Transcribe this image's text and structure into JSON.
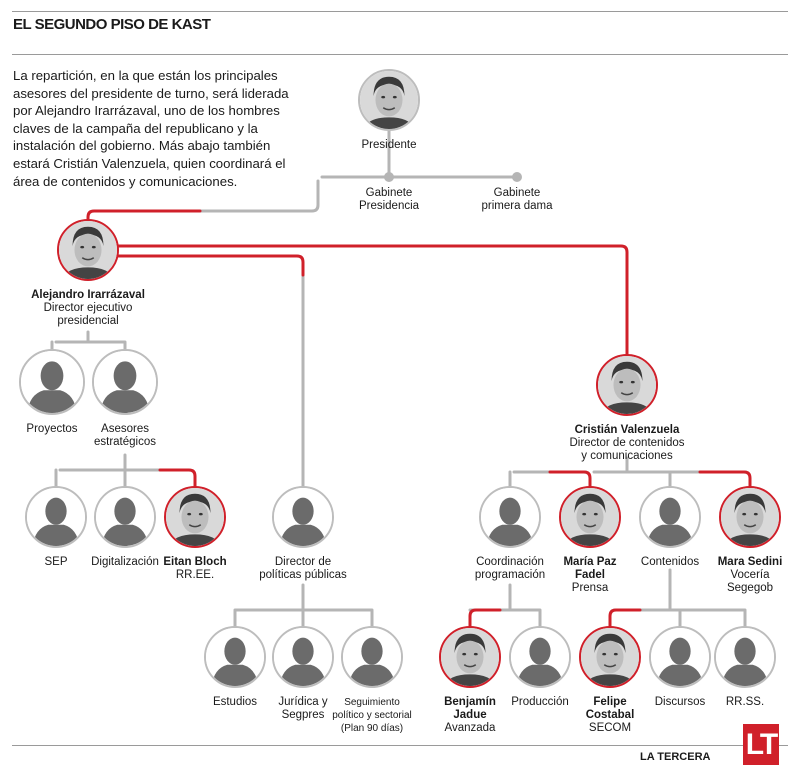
{
  "title": "EL SEGUNDO PISO DE KAST",
  "intro": "La repartición, en la que están los principales asesores del presidente de turno, será liderada por Alejandro Irarrázaval, uno de los hombres claves de la campaña del republicano y la instalación del gobierno. Más abajo también estará Cristián Valenzuela, quien coordinará el área de contenidos y comunicaciones.",
  "brand": "LA TERCERA",
  "logo": "LT",
  "colors": {
    "accent": "#d0202a",
    "line": "#b5b5b5",
    "silhouette": "#6b6b6b"
  },
  "nodes": [
    {
      "id": "presidente",
      "name": "",
      "role": [
        "Presidente"
      ],
      "photo": true
    },
    {
      "id": "alejandro",
      "name": "Alejandro Irarrázaval",
      "role": [
        "Director ejecutivo",
        "presidencial"
      ],
      "photo": true
    },
    {
      "id": "proyectos",
      "name": "",
      "role": [
        "Proyectos"
      ],
      "photo": false
    },
    {
      "id": "asesores",
      "name": "",
      "role": [
        "Asesores",
        "estratégicos"
      ],
      "photo": false
    },
    {
      "id": "sep",
      "name": "",
      "role": [
        "SEP"
      ],
      "photo": false
    },
    {
      "id": "digitalizacion",
      "name": "",
      "role": [
        "Digitalización"
      ],
      "photo": false
    },
    {
      "id": "eitan",
      "name": "Eitan Bloch",
      "role": [
        "RR.EE."
      ],
      "photo": true
    },
    {
      "id": "politicas",
      "name": "",
      "role": [
        "Director de",
        "políticas públicas"
      ],
      "photo": false
    },
    {
      "id": "estudios",
      "name": "",
      "role": [
        "Estudios"
      ],
      "photo": false
    },
    {
      "id": "juridica",
      "name": "",
      "role": [
        "Jurídica y",
        "Segpres"
      ],
      "photo": false
    },
    {
      "id": "seguimiento",
      "name": "",
      "role": [
        "Seguimiento",
        "político y sectorial",
        "(Plan 90 días)"
      ],
      "photo": false
    },
    {
      "id": "cristian",
      "name": "Cristián Valenzuela",
      "role": [
        "Director de contenidos",
        "y comunicaciones"
      ],
      "photo": true
    },
    {
      "id": "coordinacion",
      "name": "",
      "role": [
        "Coordinación",
        "programación"
      ],
      "photo": false
    },
    {
      "id": "mariapaz",
      "name": "María Paz Fadel",
      "role": [
        "Prensa"
      ],
      "photo": true
    },
    {
      "id": "contenidos",
      "name": "",
      "role": [
        "Contenidos"
      ],
      "photo": false
    },
    {
      "id": "mara",
      "name": "Mara Sedini",
      "role": [
        "Vocería",
        "Segegob"
      ],
      "photo": true
    },
    {
      "id": "benjamin",
      "name": "Benjamín Jadue",
      "role": [
        "Avanzada"
      ],
      "photo": true
    },
    {
      "id": "produccion",
      "name": "",
      "role": [
        "Producción"
      ],
      "photo": false
    },
    {
      "id": "felipe",
      "name": "Felipe Costabal",
      "role": [
        "SECOM"
      ],
      "photo": true
    },
    {
      "id": "discursos",
      "name": "",
      "role": [
        "Discursos"
      ],
      "photo": false
    },
    {
      "id": "rrss",
      "name": "",
      "role": [
        "RR.SS."
      ],
      "photo": false
    }
  ],
  "gabinetes": [
    {
      "id": "gab-presidencia",
      "label": [
        "Gabinete",
        "Presidencia"
      ]
    },
    {
      "id": "gab-primera-dama",
      "label": [
        "Gabinete",
        "primera dama"
      ]
    }
  ]
}
